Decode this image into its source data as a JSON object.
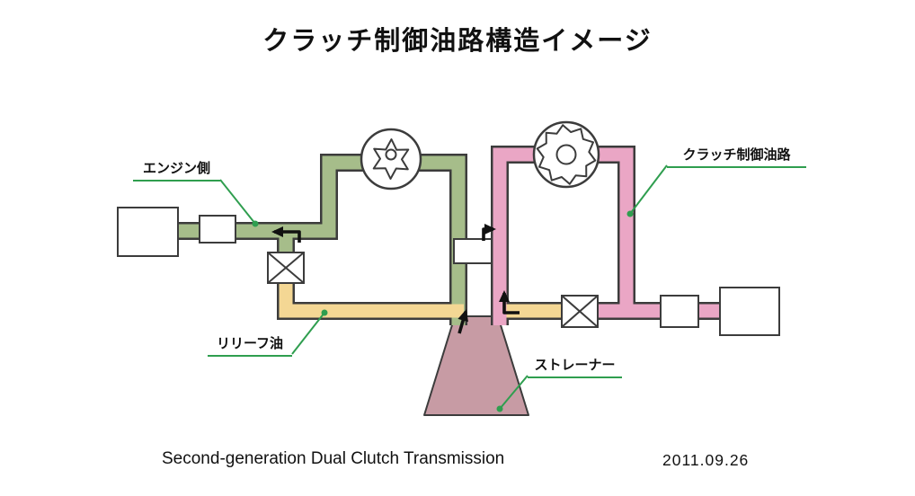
{
  "title": "クラッチ制御油路構造イメージ",
  "labels": {
    "engine_side": "エンジン側",
    "clutch_circuit": "クラッチ制御油路",
    "relief_oil": "リリーフ油",
    "strainer": "ストレーナー"
  },
  "footer": {
    "caption": "Second-generation Dual Clutch Transmission",
    "date": "2011.09.26"
  },
  "colors": {
    "pipe_green": "#a6bd8a",
    "pipe_yellow": "#f4d794",
    "pipe_pink": "#eaa6c5",
    "pipe_outline": "#3c3c3c",
    "strainer_fill": "#c79ba4",
    "leader_green": "#2f9e4f",
    "arrow_black": "#111111"
  }
}
